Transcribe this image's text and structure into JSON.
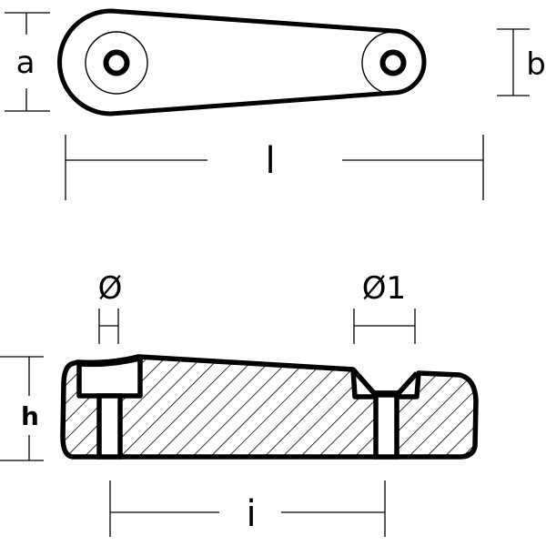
{
  "diagram": {
    "type": "technical-drawing",
    "subject": "anode plate with two bolt holes",
    "colors": {
      "stroke": "#000000",
      "background": "#ffffff"
    },
    "top_view": {
      "dimensions": {
        "a": {
          "label": "a",
          "description": "height of large end"
        },
        "b": {
          "label": "b",
          "description": "height of small end"
        },
        "l": {
          "label": "l",
          "description": "overall length"
        }
      },
      "holes": 2
    },
    "side_view": {
      "dimensions": {
        "h": {
          "label": "h",
          "description": "thickness"
        },
        "i": {
          "label": "i",
          "description": "hole center distance"
        },
        "d": {
          "label": "Ø",
          "description": "left hole diameter"
        },
        "d1": {
          "label": "Ø1",
          "description": "right hole diameter"
        }
      },
      "section": "hatched cross-section"
    }
  }
}
